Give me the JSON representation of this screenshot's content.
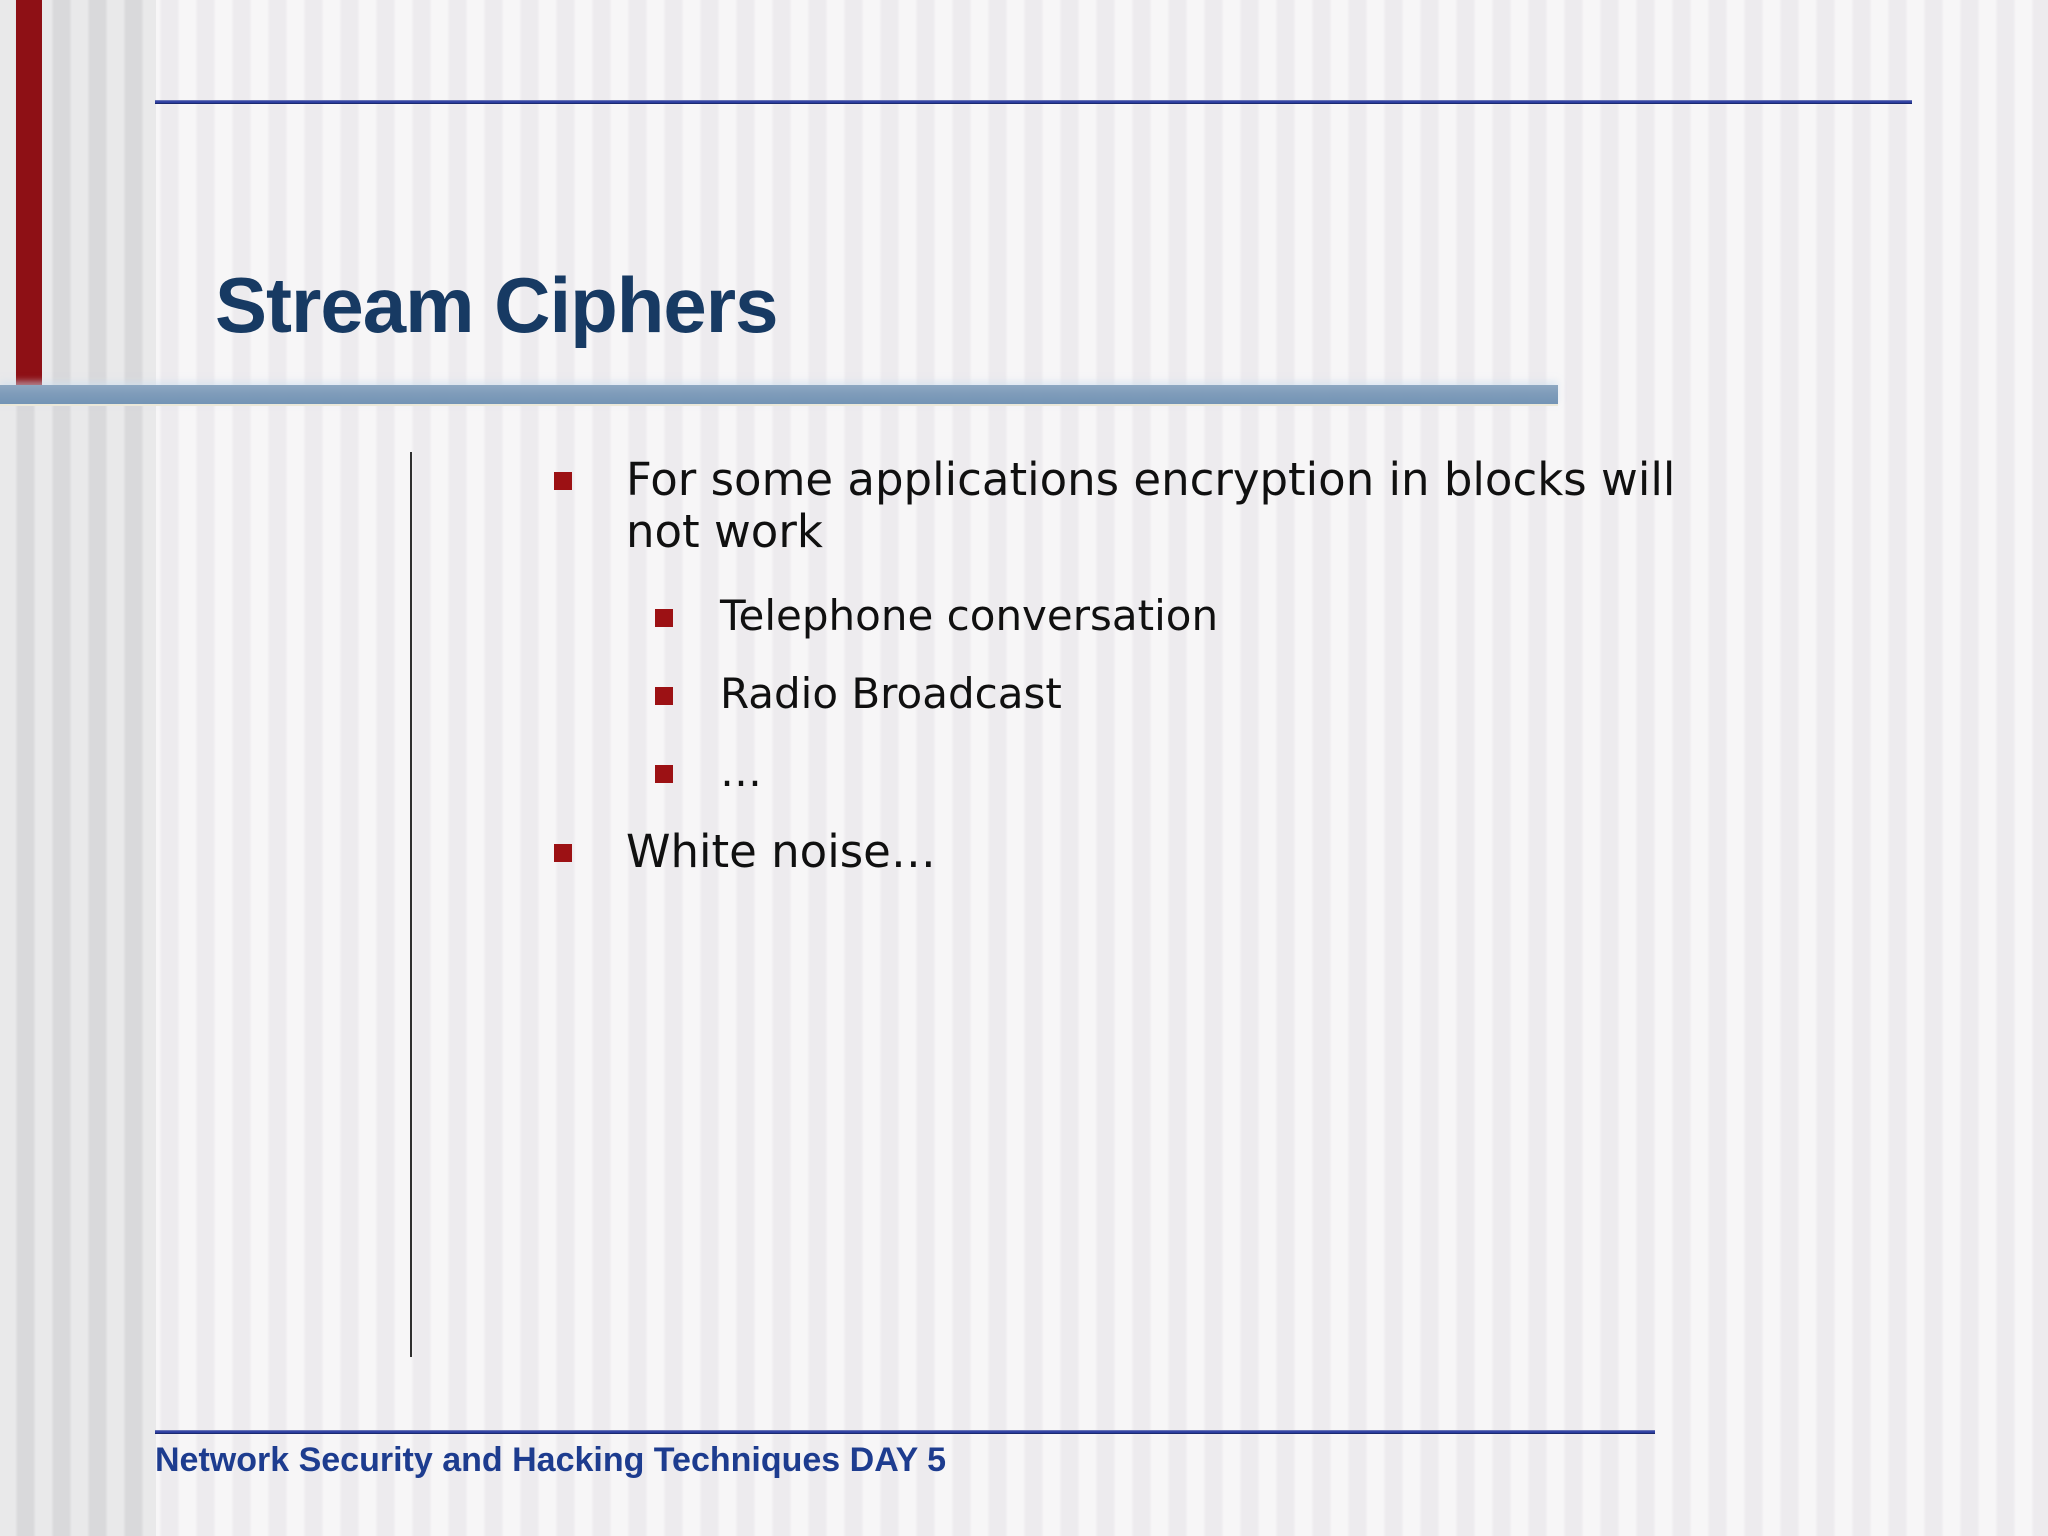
{
  "slide": {
    "title": "Stream Ciphers",
    "content": {
      "item1": {
        "line1": "For some applications encryption in blocks will",
        "line2": "not work"
      },
      "sub1": "Telephone conversation",
      "sub2": "Radio Broadcast",
      "sub3": "…",
      "item2": "White noise…"
    },
    "footer": "Network Security and Hacking Techniques DAY 5",
    "colors": {
      "title_text": "#173a63",
      "body_text": "#101010",
      "bullet_marker": "#9c1114",
      "left_red_bar": "#8e1015",
      "title_underline_bar": "#7f9cba",
      "rule_lines": "#2c3da1",
      "footer_text": "#1d3c8f"
    },
    "icons": {
      "bullet_marker": "filled-square"
    }
  }
}
